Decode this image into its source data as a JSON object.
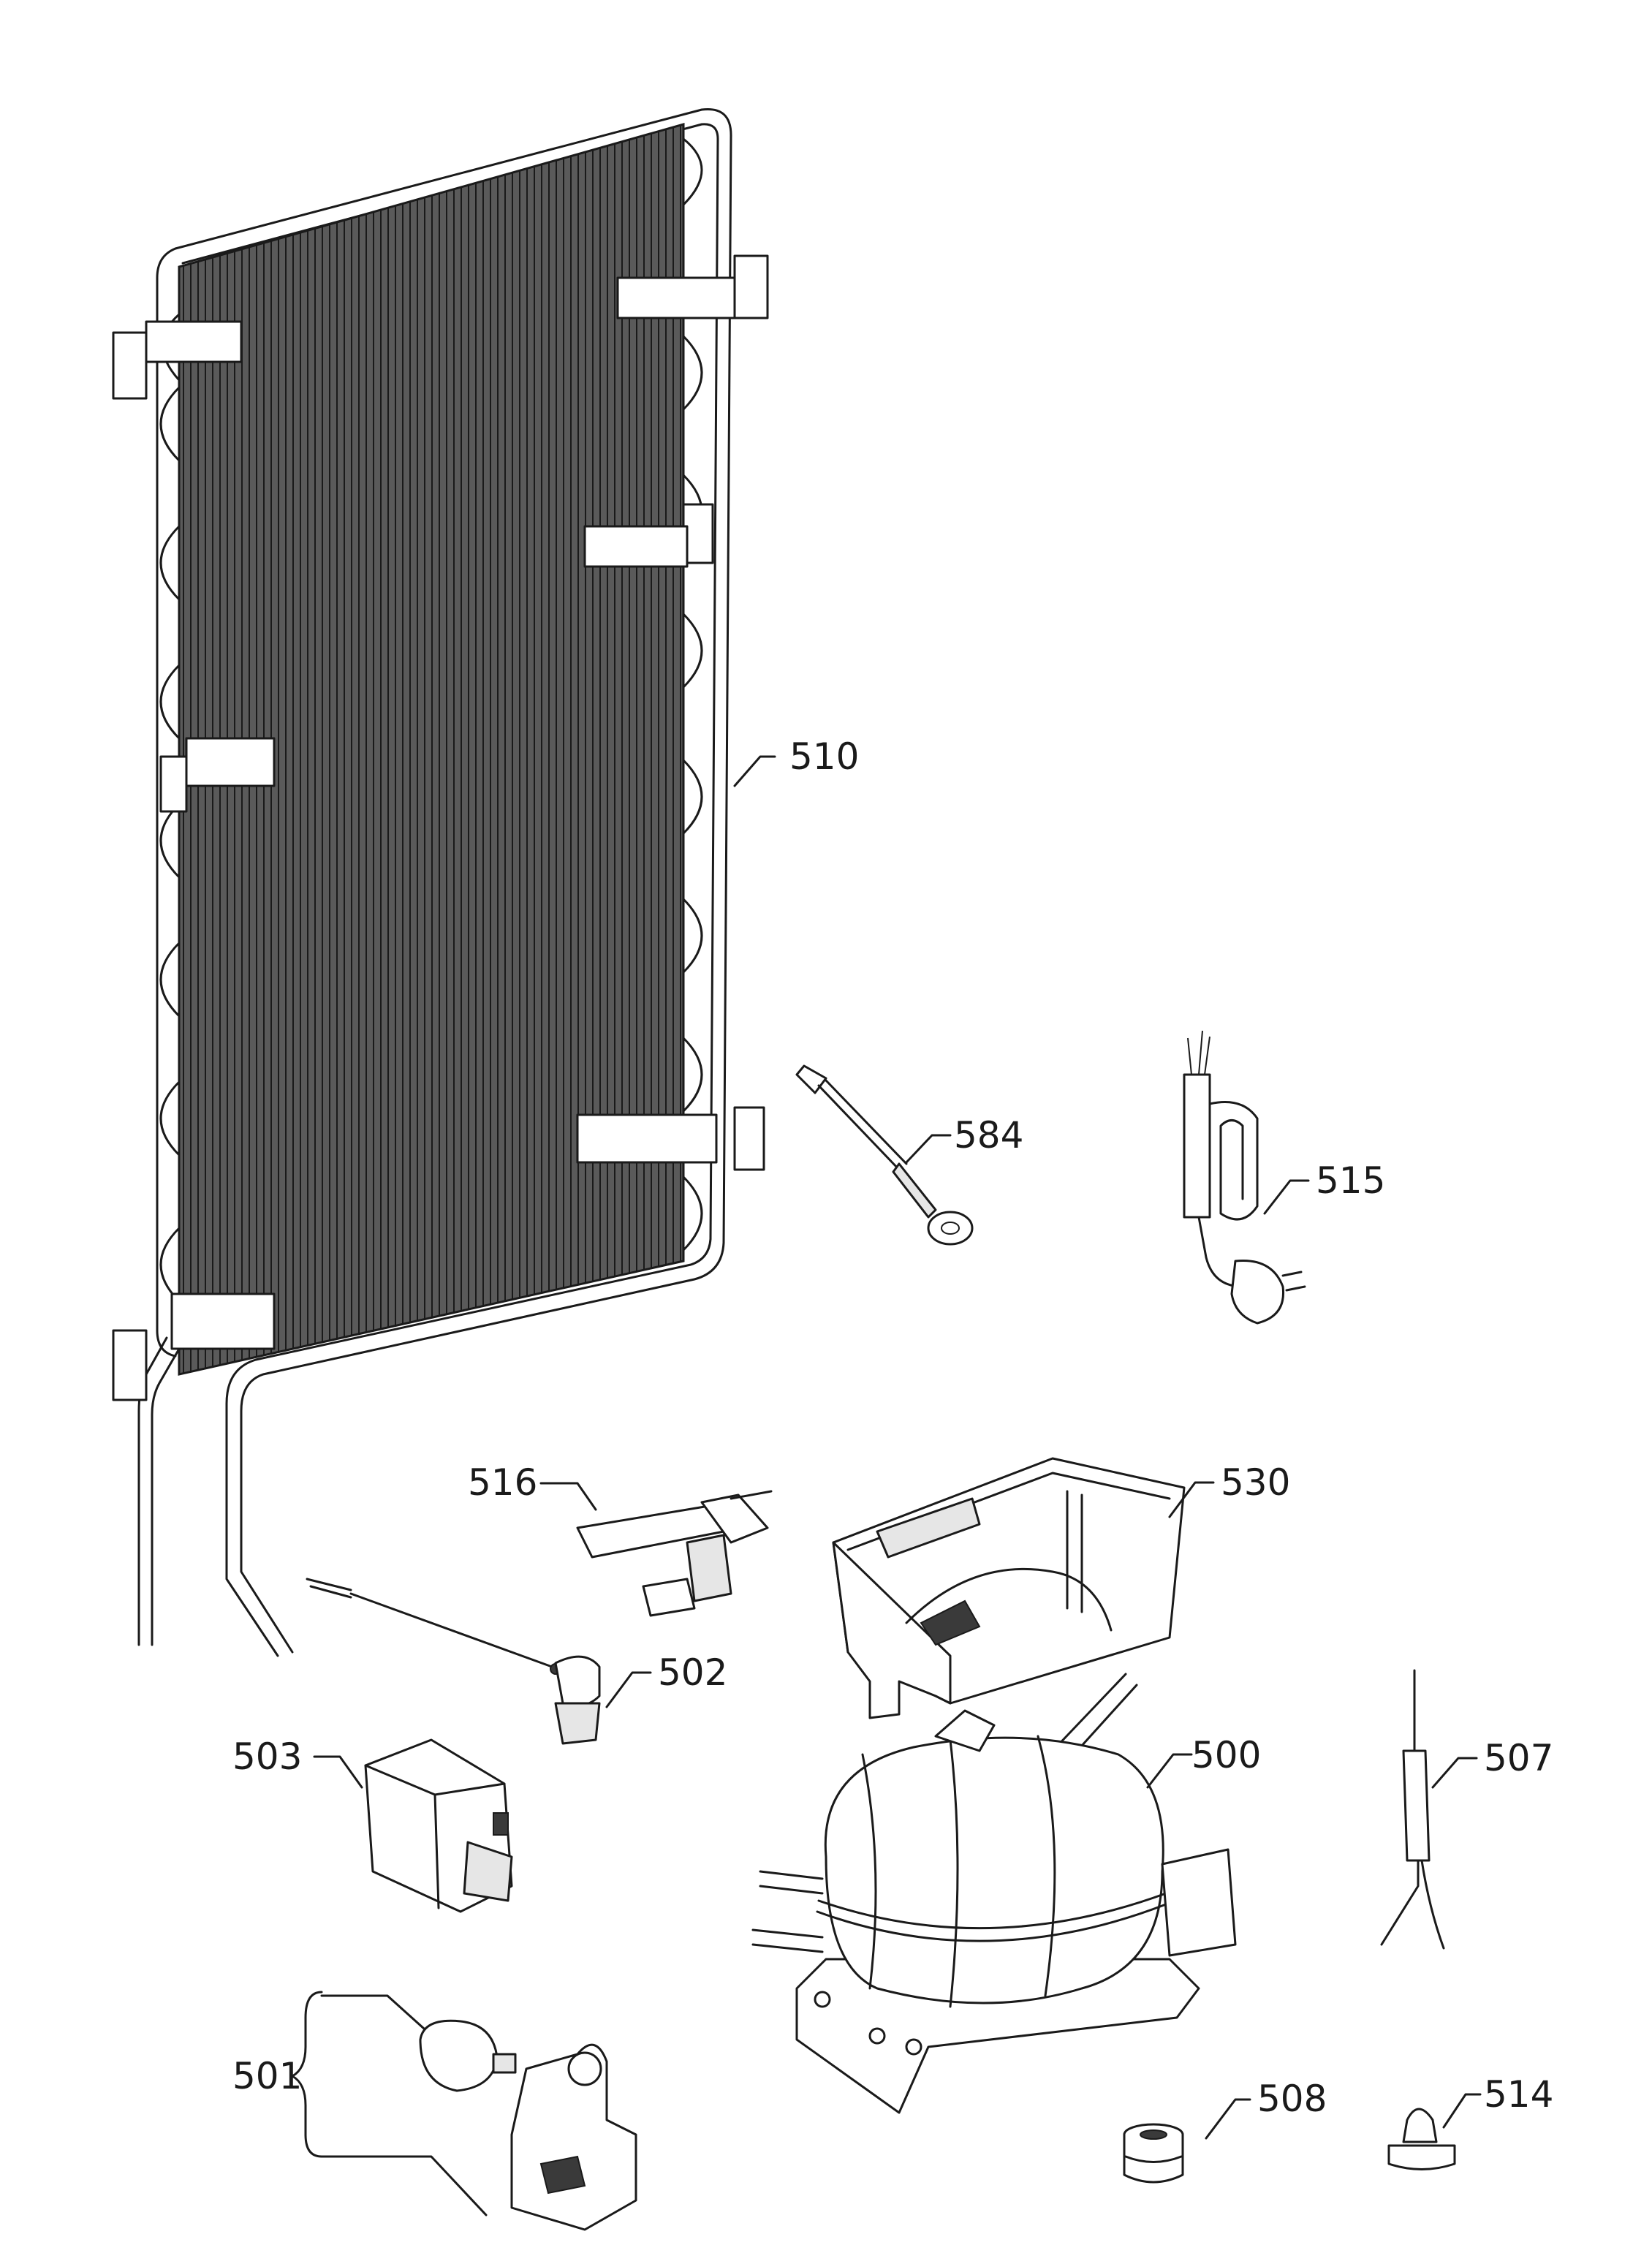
{
  "labels": {
    "p510": "510",
    "p584": "584",
    "p515": "515",
    "p516": "516",
    "p530": "530",
    "p502": "502",
    "p503": "503",
    "p500": "500",
    "p507": "507",
    "p501": "501",
    "p508": "508",
    "p514": "514"
  }
}
